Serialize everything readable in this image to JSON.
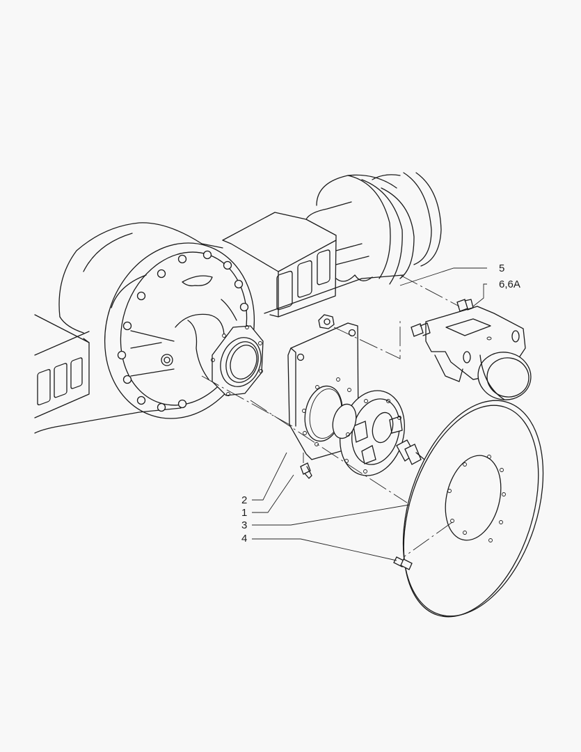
{
  "diagram": {
    "type": "exploded-parts-view",
    "subject": "axle differential housing with parking brake assembly",
    "background_color": "#f8f8f8",
    "line_color": "#1a1a1a",
    "callouts": [
      {
        "id": "c5",
        "label": "5",
        "part": "nut"
      },
      {
        "id": "c6",
        "label": "6,6A",
        "part": "brake-caliper"
      },
      {
        "id": "c2",
        "label": "2",
        "part": "mounting-plate"
      },
      {
        "id": "c1",
        "label": "1",
        "part": "plate-screw"
      },
      {
        "id": "c3",
        "label": "3",
        "part": "brake-disc"
      },
      {
        "id": "c4",
        "label": "4",
        "part": "disc-screw"
      }
    ]
  }
}
